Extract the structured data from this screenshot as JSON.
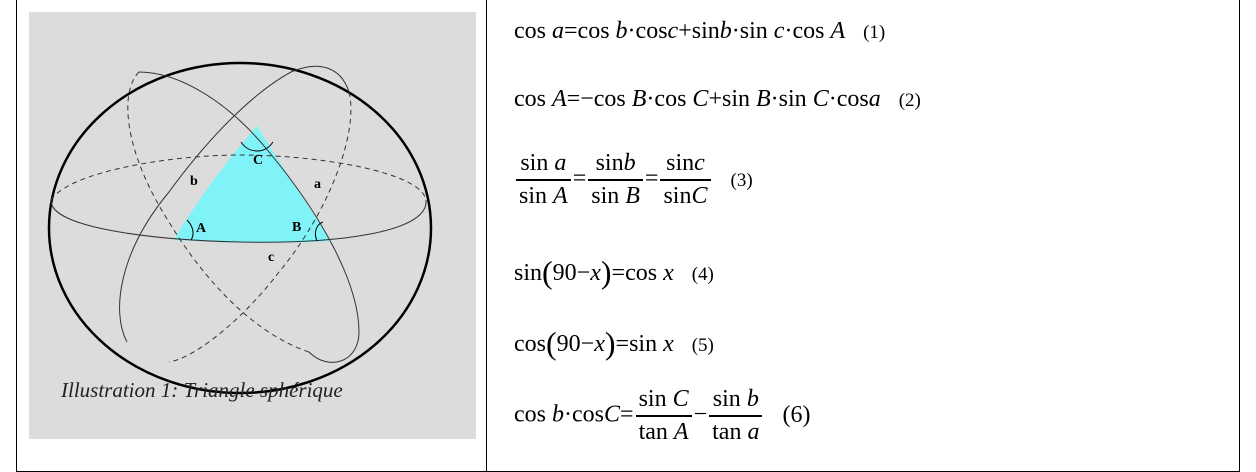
{
  "figure": {
    "caption": "Illustration 1: Triangle sphérique",
    "labels": {
      "A": "A",
      "B": "B",
      "C": "C",
      "a": "a",
      "b": "b",
      "c": "c"
    },
    "triangle_fill": "#7ff3f7",
    "background": "#dcdcdc"
  },
  "equations": [
    {
      "id": 1,
      "number": "(1)"
    },
    {
      "id": 2,
      "number": "(2)"
    },
    {
      "id": 3,
      "number": "(3)"
    },
    {
      "id": 4,
      "number": "(4)"
    },
    {
      "id": 5,
      "number": "(5)"
    },
    {
      "id": 6,
      "number": "(6)"
    }
  ],
  "text": {
    "cos": "cos",
    "sin": "sin",
    "tan": "tan",
    "a": "a",
    "b": "b",
    "c": "c",
    "A": "A",
    "B": "B",
    "C": "C",
    "x": "x",
    "ninety": "90"
  }
}
